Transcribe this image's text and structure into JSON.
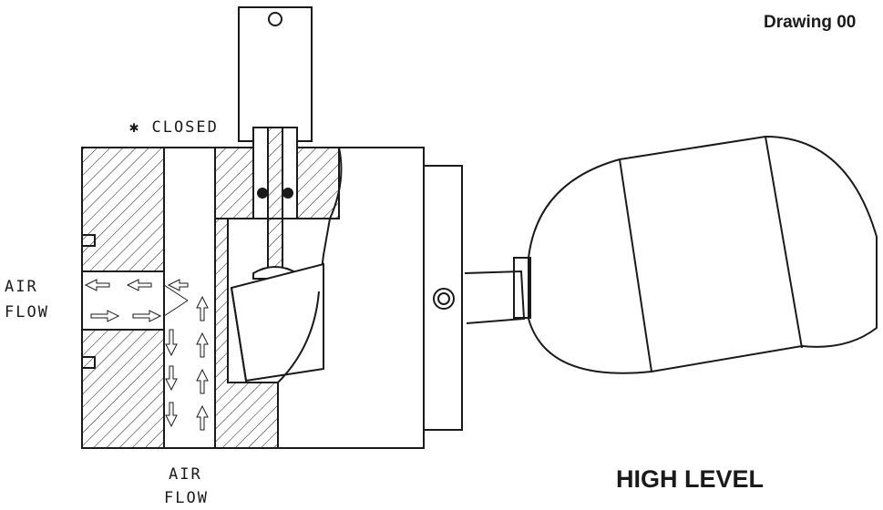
{
  "drawing_number": "Drawing 00",
  "state_label": "HIGH LEVEL",
  "valve_state": "✱ CLOSED",
  "airflow_left": [
    "AIR",
    "FLOW"
  ],
  "airflow_bottom": [
    "AIR",
    "FLOW"
  ],
  "colors": {
    "ink": "#1a1a1a",
    "paper": "#ffffff"
  }
}
